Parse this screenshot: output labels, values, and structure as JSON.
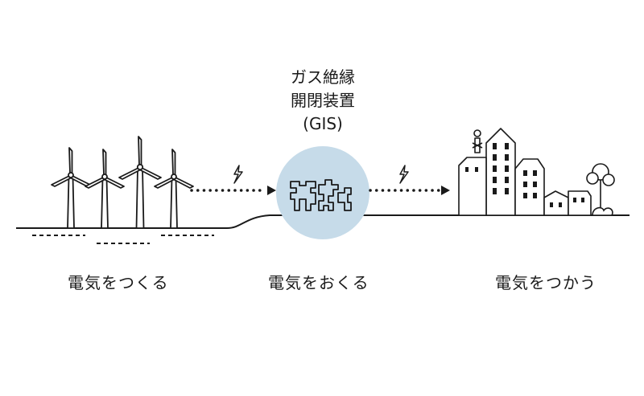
{
  "gis_label": {
    "line1": "ガス絶縁",
    "line2": "開閉装置",
    "line3": "(GIS)"
  },
  "stages": {
    "generate": "電気をつくる",
    "transmit": "電気をおくる",
    "use": "電気をつかう"
  },
  "colors": {
    "line": "#1a1a1a",
    "circle": "#c6dbe9"
  },
  "icons": [
    "wind-turbine-icon",
    "lightning-icon",
    "arrow-icon",
    "gis-equipment-icon",
    "city-buildings-icon",
    "tree-icon"
  ]
}
